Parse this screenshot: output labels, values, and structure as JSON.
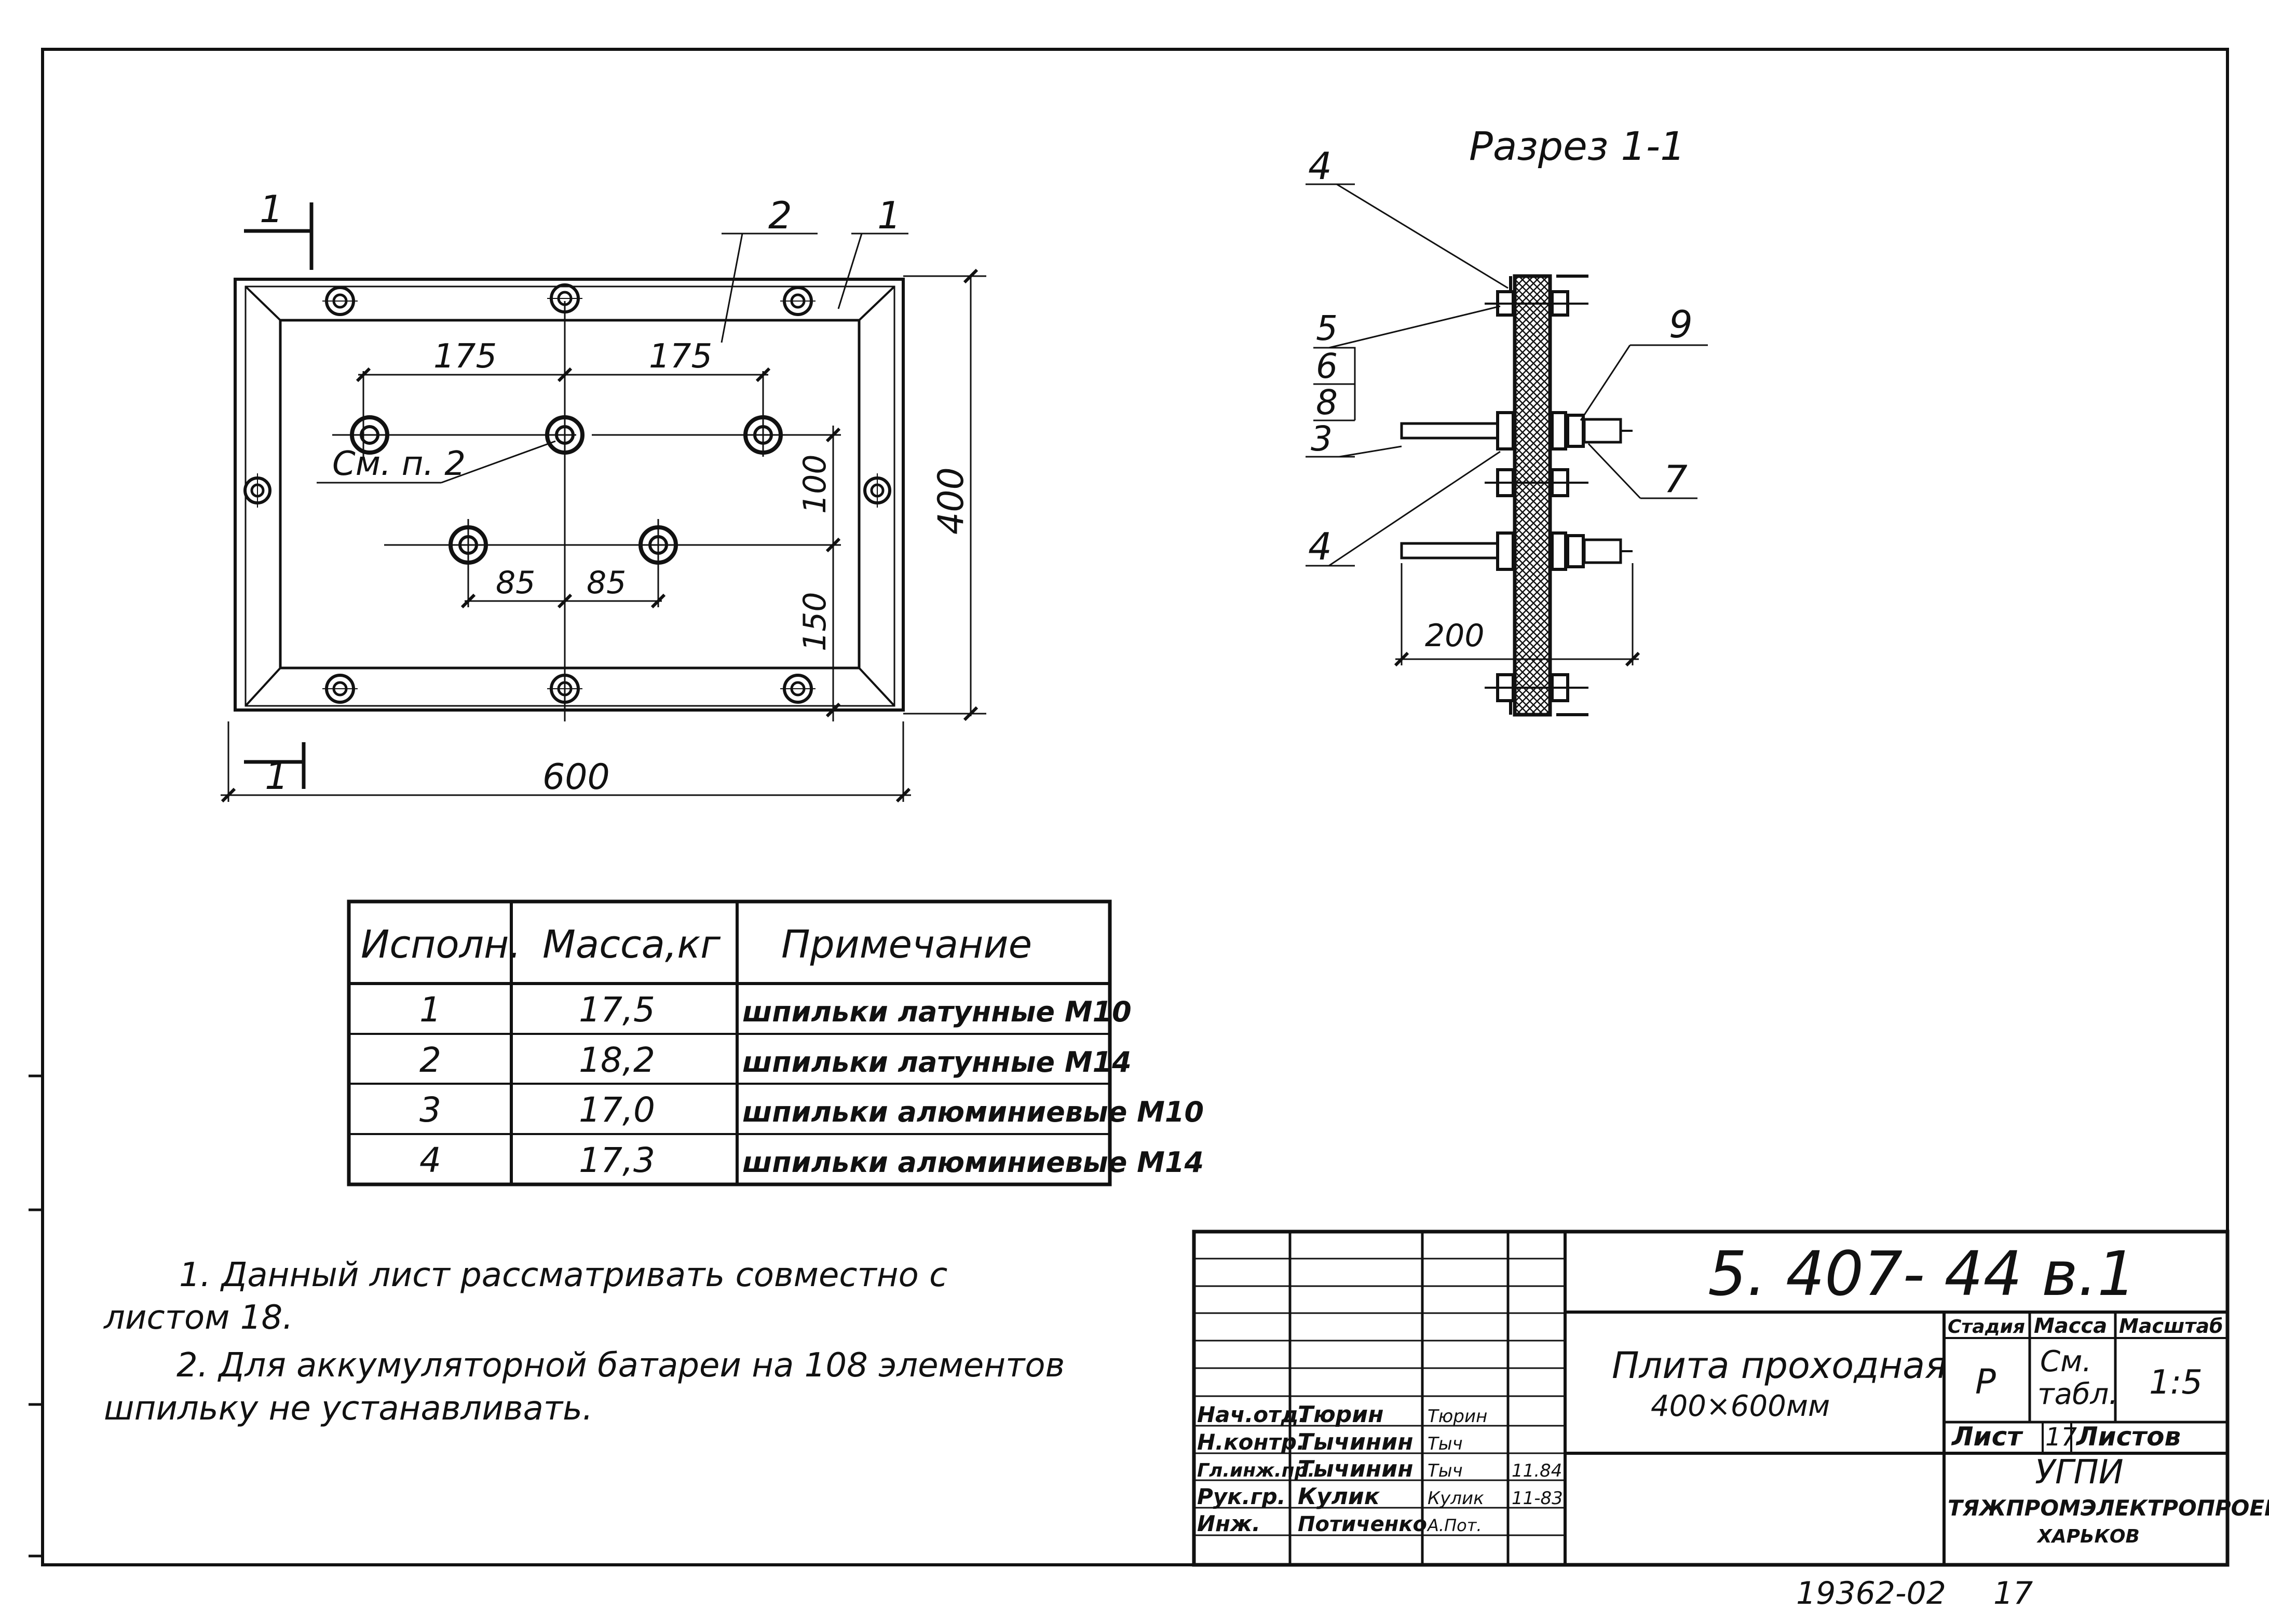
{
  "plan": {
    "section_mark_top": "1",
    "section_mark_bottom": "1",
    "leader_2": "2",
    "leader_1": "1",
    "dim_175_left": "175",
    "dim_175_right": "175",
    "dim_85_left": "85",
    "dim_85_right": "85",
    "dim_100": "100",
    "dim_150": "150",
    "dim_400": "400",
    "dim_600": "600",
    "note_ref": "См. п. 2"
  },
  "section": {
    "title": "Разрез 1-1",
    "label_4_top": "4",
    "label_5": "5",
    "label_6": "6",
    "label_8": "8",
    "label_3": "3",
    "label_4_bottom": "4",
    "label_9": "9",
    "label_7": "7",
    "dim_200": "200"
  },
  "mass_table": {
    "headers": [
      "Исполн.",
      "Масса,кг",
      "Примечание"
    ],
    "rows": [
      [
        "1",
        "17,5",
        "шпильки латунные  М10"
      ],
      [
        "2",
        "18,2",
        "шпильки латунные   М14"
      ],
      [
        "3",
        "17,0",
        "шпильки алюминиевые М10"
      ],
      [
        "4",
        "17,3",
        "шпильки алюминиевые М14"
      ]
    ]
  },
  "notes": {
    "note1_line1": "1. Данный лист рассматривать совместно с",
    "note1_line2": "листом  18.",
    "note2_line1": "2. Для аккумуляторной батареи на 108 элементов",
    "note2_line2": "шпильку не устанавливать."
  },
  "title_block": {
    "designation": "5. 407- 44 в.1",
    "name_line1": "Плита проходная",
    "name_line2": "400×600мм",
    "stage_header": "Стадия",
    "mass_header": "Масса",
    "scale_header": "Масштаб",
    "stage": "Р",
    "mass_line1": "См.",
    "mass_line2": "табл.",
    "scale": "1:5",
    "sheet_label": "Лист",
    "sheet_no": "17",
    "sheets_label": "Листов",
    "org1": "УГПИ",
    "org2": "ТЯЖПРОМЭЛЕКТРОПРОЕКТ",
    "org3": "ХАРЬКОВ",
    "staff": [
      {
        "role": "Нач.отд.",
        "name": "Тюрин",
        "sign": "Тюрин",
        "date": ""
      },
      {
        "role": "Н.контр.",
        "name": "Тычинин",
        "sign": "Тыч",
        "date": ""
      },
      {
        "role": "Гл.инж.пр.",
        "name": "Тычинин",
        "sign": "Тыч",
        "date": "11.84"
      },
      {
        "role": "Рук.гр.",
        "name": "Кулик",
        "sign": "Кулик",
        "date": "11-83"
      },
      {
        "role": "Инж.",
        "name": "Потиченко",
        "sign": "А.Пот.",
        "date": ""
      }
    ]
  },
  "footer": {
    "archive_no": "19362-02",
    "page_no": "17"
  }
}
